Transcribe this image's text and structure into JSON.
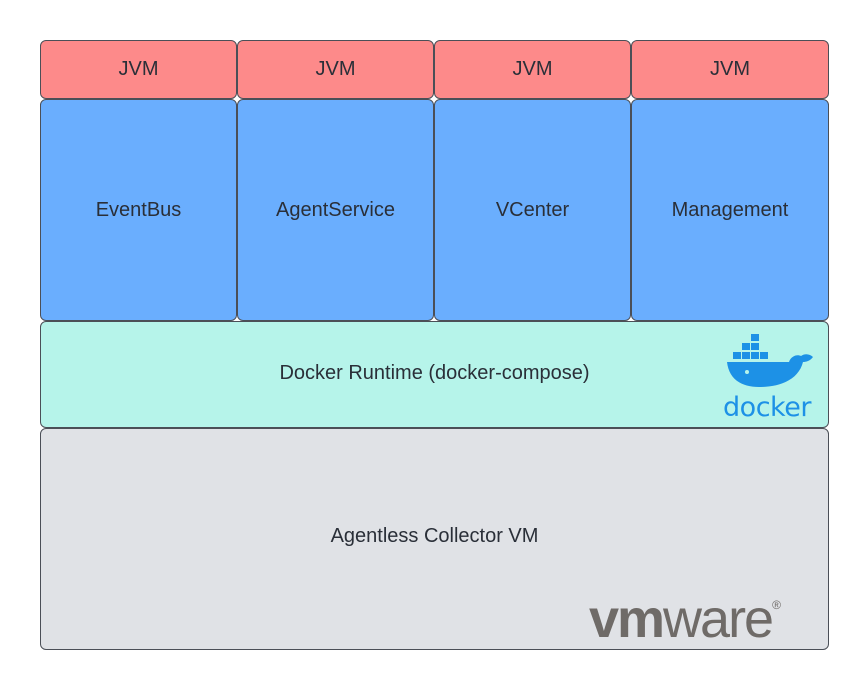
{
  "jvm_row": [
    "JVM",
    "JVM",
    "JVM",
    "JVM"
  ],
  "services": [
    "EventBus",
    "AgentService",
    "VCenter",
    "Management"
  ],
  "docker_layer": {
    "label": "Docker Runtime (docker-compose)",
    "logo_word": "docker",
    "logo_icon": "docker-whale-icon"
  },
  "vm_layer": {
    "label": "Agentless Collector VM",
    "logo_vm": "vm",
    "logo_ware": "ware",
    "logo_mark": "®"
  },
  "colors": {
    "jvm": "#fd8a8a",
    "service": "#6aaefe",
    "docker": "#b6f4ea",
    "vm": "#e0e2e6",
    "docker_brand": "#1d91e6",
    "vmware_brand": "#6f6b68"
  }
}
